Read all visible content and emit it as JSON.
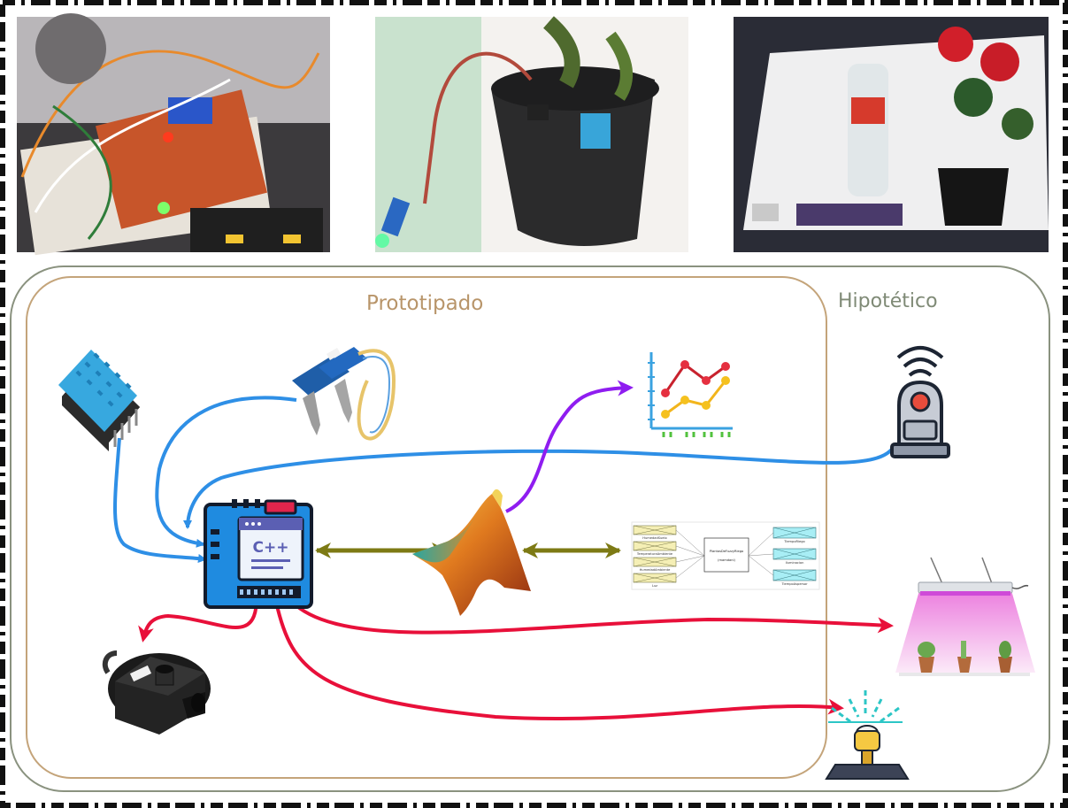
{
  "diagram": {
    "labels": {
      "prototyped": "Prototipado",
      "hypothetical": "Hipotético"
    },
    "icons": {
      "microcontroller": "microcontroller-board-icon",
      "cpp": "C++",
      "matlab": "matlab-membrane-icon",
      "dht_sensor": "dht11-sensor-icon",
      "soil_sensor": "soil-moisture-sensor-icon",
      "chart": "line-chart-icon",
      "fuzzy_diagram": "fuzzy-system-diagram-icon",
      "pump": "water-pump-icon",
      "remote_device": "wireless-device-icon",
      "grow_light": "led-grow-light-icon",
      "sprinkler": "sprinkler-icon"
    },
    "fuzzy": {
      "inputs": [
        "HumedadSuelo",
        "TemperaturaAmbiente",
        "HumedadAmbiente",
        "Luz"
      ],
      "center_title": "PlantasDeFuzzyRiego",
      "center_sub": "(mamdani)",
      "outputs": [
        "TiempoRiego",
        "Iluminacion",
        "TiempoAspersor"
      ]
    },
    "colors": {
      "blue": "#2e8fe6",
      "olive": "#7d7a14",
      "purple": "#8f1df0",
      "red": "#e8103a",
      "outer_frame": "#7f8a76",
      "inner_frame": "#c4a47a"
    }
  }
}
